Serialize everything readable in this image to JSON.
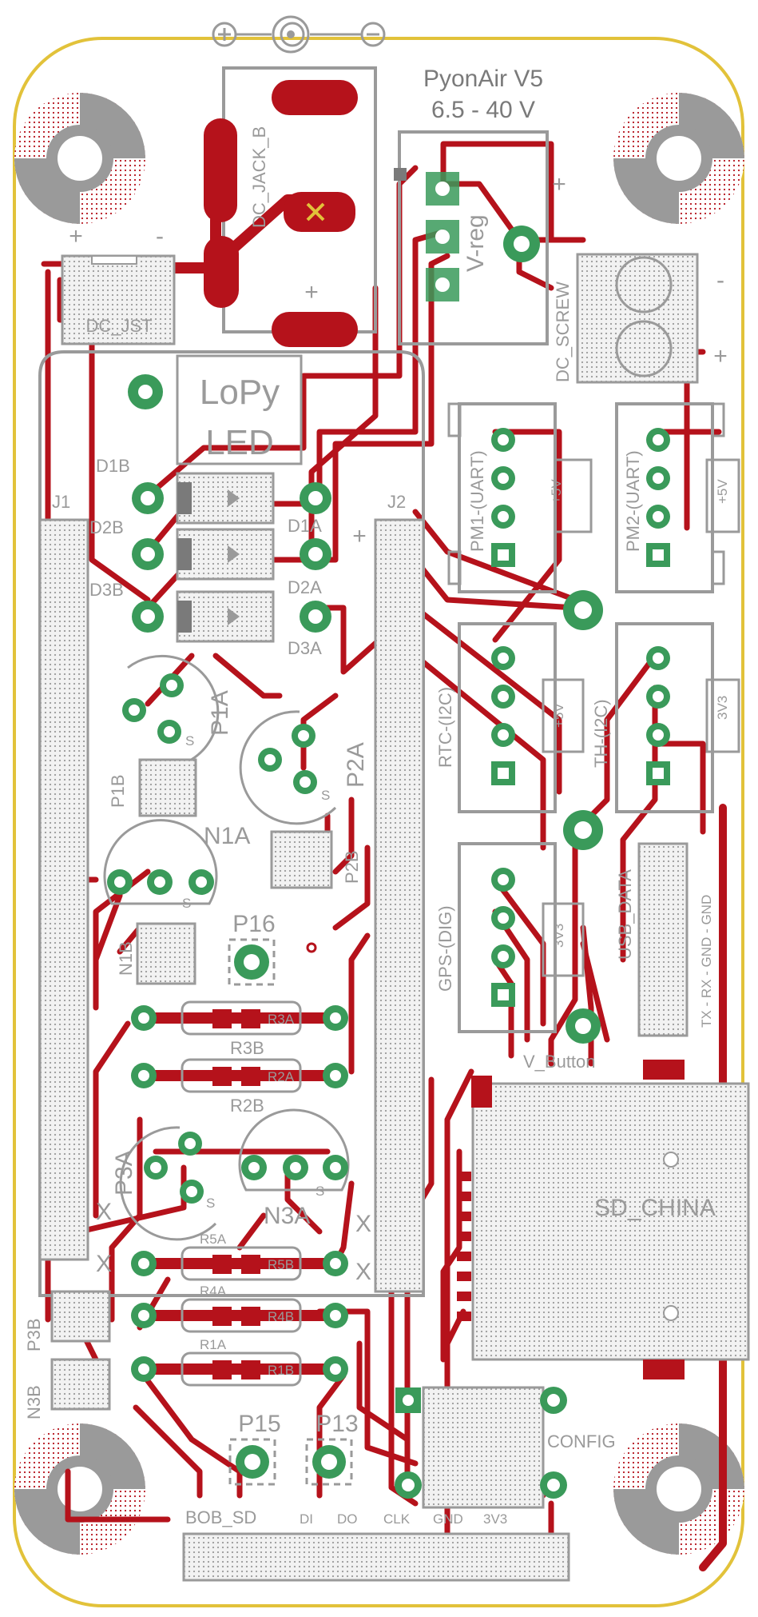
{
  "board": {
    "title": "PyonAir V5",
    "voltage": "6.5 - 40 V",
    "colors": {
      "copper": "#b5121b",
      "silk": "#9a9a9a",
      "pad": "#3a9a5a",
      "edge": "#e2c23a"
    }
  },
  "labels": {
    "dc_jack": "DC_JACK_B",
    "dc_jst": "DC_JST",
    "dc_jst_minus": "-",
    "vreg": "V-reg",
    "dc_screw": "DC_SCREW",
    "lopy_line1": "LoPy",
    "lopy_line2": "LED",
    "d1b": "D1B",
    "d2b": "D2B",
    "d3b": "D3B",
    "d1a": "D1A",
    "d2a": "D2A",
    "d3a": "D3A",
    "j1": "J1",
    "j2": "J2",
    "pm1": "PM1-(UART)",
    "pm2": "PM2-(UART)",
    "plus5v_a": "+5V",
    "plus5v_b": "+5V",
    "plus5v_c": "+5V",
    "three_v3": "3V3",
    "three_v3_b": "3V3",
    "rtc": "RTC-(I2C)",
    "th": "TH-(I2C)",
    "gps": "GPS-(DIG)",
    "usb_data": "USB_DATA",
    "usb_pins": "TX  - RX - GND - GND",
    "p1a": "P1A",
    "p1b": "P1B",
    "p2a": "P2A",
    "p2b": "P2B",
    "n1a": "N1A",
    "n1b": "N1B",
    "p16": "P16",
    "r3a": "R3A",
    "r3b": "R3B",
    "r2a": "R2A",
    "r2b": "R2B",
    "p3a": "P3A",
    "n3a": "N3A",
    "r5a": "R5A",
    "r5b": "R5B",
    "r4a": "R4A",
    "r4b": "R4B",
    "r1a": "R1A",
    "r1b": "R1B",
    "p3b": "P3B",
    "n3b": "N3B",
    "v_button": "V_Button",
    "sd_china": "SD_CHINA",
    "config": "CONFIG",
    "p15": "P15",
    "p13": "P13",
    "bob_sd": "BOB_SD",
    "sd_pins": [
      "DI",
      "DO",
      "CLK",
      "GND",
      "3V3"
    ],
    "s": "S",
    "x": "X",
    "plus": "+",
    "minus": "-"
  }
}
